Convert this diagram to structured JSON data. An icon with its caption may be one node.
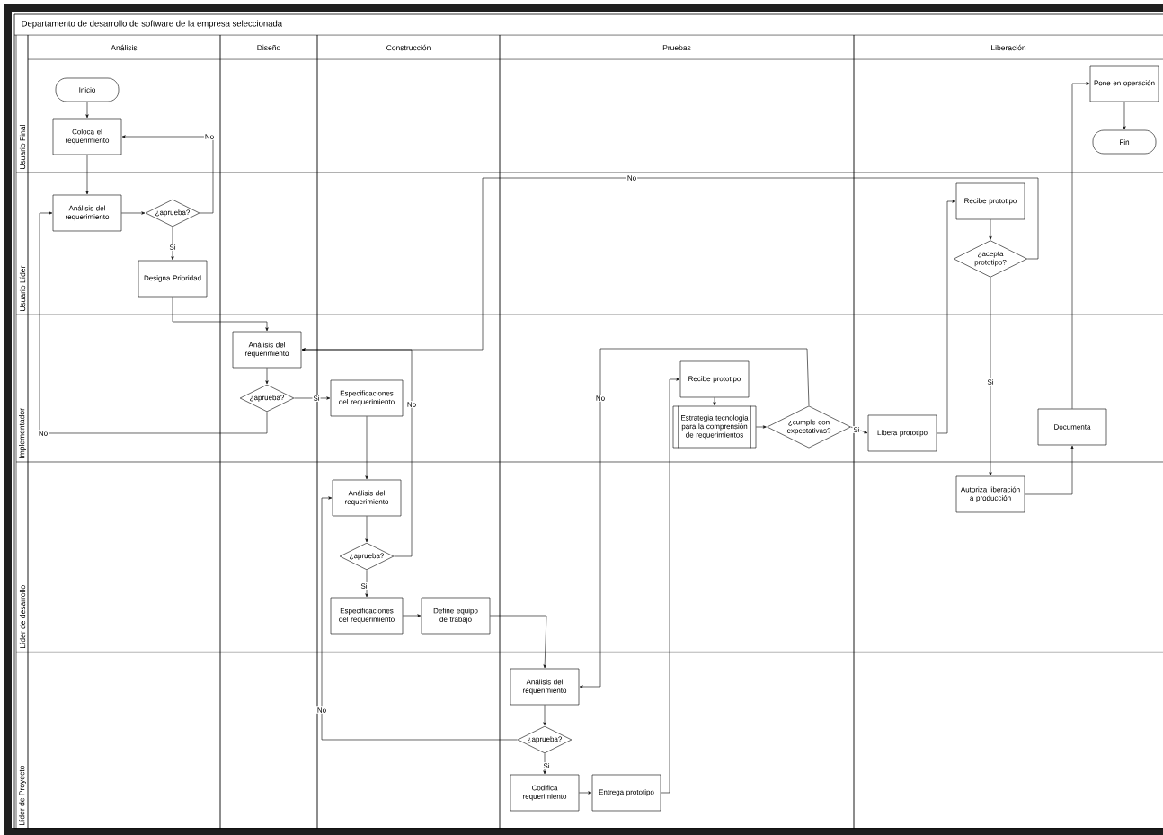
{
  "diagram": {
    "title": "Departamento de desarrollo de software de la empresa seleccionada",
    "nodes": [
      {
        "text": [
          "Inicio"
        ]
      },
      {
        "text": [
          "Coloca el requerimiento"
        ]
      },
      {
        "text": [
          "Análisis del requerimiento"
        ]
      },
      {
        "text": [
          "¿aprueba?"
        ]
      },
      {
        "text": [
          "Designa Prioridad"
        ]
      },
      {
        "text": [
          "Análisis del requerimiento"
        ]
      },
      {
        "text": [
          "¿aprueba?"
        ]
      },
      {
        "text": [
          "Especificaciones del requerimiento"
        ]
      },
      {
        "text": [
          "Análisis del requerimiento"
        ]
      },
      {
        "text": [
          "¿aprueba?"
        ]
      },
      {
        "text": [
          "Especificaciones del requerimiento"
        ]
      },
      {
        "text": [
          "Define equipo de trabajo"
        ]
      },
      {
        "text": [
          "Análisis del requerimiento"
        ]
      },
      {
        "text": [
          "¿aprueba?"
        ]
      },
      {
        "text": [
          "Codifica requerimiento"
        ]
      },
      {
        "text": [
          "Entrega prototipo"
        ]
      },
      {
        "text": [
          "Recibe prototipo"
        ]
      },
      {
        "text": [
          "Estrategia tecnologia para la comprensión de requerimientos"
        ]
      },
      {
        "text": [
          "¿cumple con expectativas?"
        ]
      },
      {
        "text": [
          "Libera prototipo"
        ]
      },
      {
        "text": [
          "Recibe prototipo"
        ]
      },
      {
        "text": [
          "¿acepta prototipo?"
        ]
      },
      {
        "text": [
          "Autoriza liberación a producción"
        ]
      },
      {
        "text": [
          "Documenta"
        ]
      },
      {
        "text": [
          "Pone en operación"
        ]
      },
      {
        "text": [
          "Fin"
        ]
      }
    ],
    "edges": [
      {
        "from": 0,
        "to": 1,
        "arrow": "to"
      },
      {
        "from": 1,
        "to": 2,
        "arrow": "to"
      },
      {
        "from": 2,
        "to": 3,
        "arrow": "to"
      },
      {
        "from": 3,
        "to": 1,
        "arrow": "to",
        "label": "No"
      },
      {
        "from": 3,
        "to": 4,
        "arrow": "to",
        "label": "Si"
      },
      {
        "from": 4,
        "to": 5,
        "arrow": "to"
      },
      {
        "from": 5,
        "to": 6,
        "arrow": "to"
      },
      {
        "from": 6,
        "to": 7,
        "arrow": "to",
        "label": "Si"
      },
      {
        "from": 6,
        "to": 2,
        "arrow": "to",
        "label": "No"
      },
      {
        "from": 7,
        "to": 8,
        "arrow": "to"
      },
      {
        "from": 8,
        "to": 9,
        "arrow": "to"
      },
      {
        "from": 9,
        "to": 5,
        "arrow": "to",
        "label": "No"
      },
      {
        "from": 9,
        "to": 10,
        "arrow": "to",
        "label": "Si"
      },
      {
        "from": 10,
        "to": 11,
        "arrow": "to"
      },
      {
        "from": 11,
        "to": 12,
        "arrow": "to"
      },
      {
        "from": 12,
        "to": 13,
        "arrow": "to"
      },
      {
        "from": 13,
        "to": 14,
        "arrow": "to",
        "label": "Si"
      },
      {
        "from": 13,
        "to": 8,
        "arrow": "to",
        "label": "No"
      },
      {
        "from": 14,
        "to": 15,
        "arrow": "to"
      },
      {
        "from": 15,
        "to": 16,
        "arrow": "to"
      },
      {
        "from": 16,
        "to": 17,
        "arrow": "to"
      },
      {
        "from": 17,
        "to": 18,
        "arrow": "to"
      },
      {
        "from": 18,
        "to": 19,
        "arrow": "to",
        "label": "Si"
      },
      {
        "from": 18,
        "to": 12,
        "arrow": "to",
        "label": "No"
      },
      {
        "from": 19,
        "to": 20,
        "arrow": "to"
      },
      {
        "from": 20,
        "to": 21,
        "arrow": "to"
      },
      {
        "from": 21,
        "to": 5,
        "arrow": "to",
        "label": "No"
      },
      {
        "from": 21,
        "to": 22,
        "arrow": "to",
        "label": "Si"
      },
      {
        "from": 22,
        "to": 23,
        "arrow": "to"
      },
      {
        "from": 23,
        "to": 24,
        "arrow": "to"
      },
      {
        "from": 24,
        "to": 25,
        "arrow": "to"
      }
    ],
    "labels": [
      "Análisis",
      "Diseño",
      "Construcción",
      "Pruebas",
      "Liberación",
      "Usuario Final",
      "Usuario Líder",
      "Implementador",
      "Líder de desarrollo",
      "Líder de Proyecto"
    ]
  }
}
